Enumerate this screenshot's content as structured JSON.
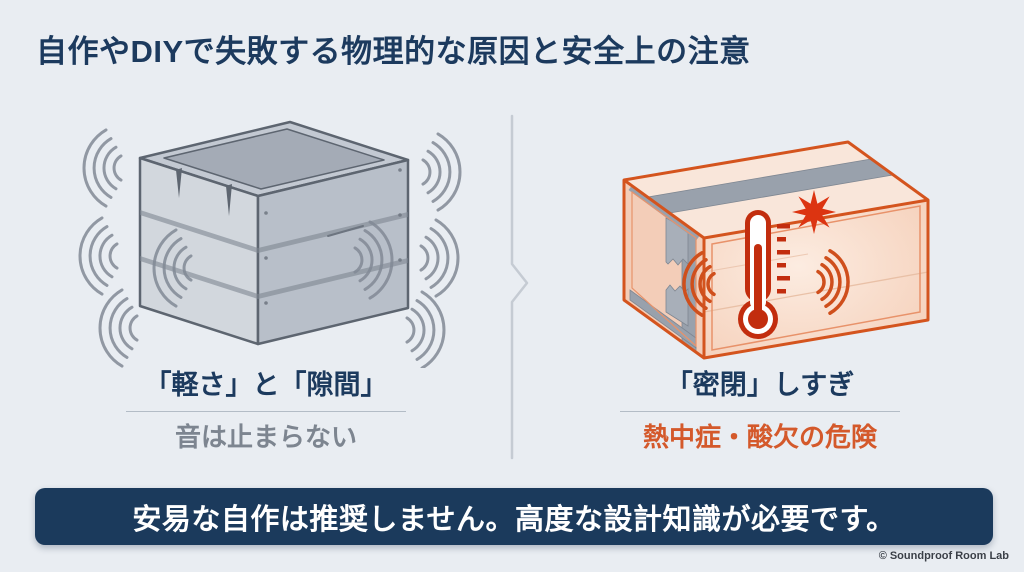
{
  "header": {
    "title": "自作やDIYで失敗する物理的な原因と安全上の注意"
  },
  "panels": {
    "left": {
      "caption": "「軽さ」と「隙間」",
      "subcaption": "音は止まらない",
      "illustration": "wooden-crate-leaking-sound-waves"
    },
    "right": {
      "caption": "「密閉」しすぎ",
      "subcaption": "熱中症・酸欠の危険",
      "illustration": "sealed-box-with-heat-thermometer"
    }
  },
  "banner": {
    "text": "安易な自作は推奨しません。高度な設計知識が必要です。"
  },
  "footer": {
    "copyright": "© Soundproof Room Lab"
  },
  "colors": {
    "background": "#e9edf2",
    "title_navy": "#1c3a5e",
    "subtext_gray": "#7d8590",
    "warning_orange": "#d4592b",
    "banner_navy": "#1b3a5c",
    "banner_text": "#ffffff",
    "crate_gray_light": "#d2d7dd",
    "crate_gray_dark": "#b8bfc9",
    "crate_outline": "#5d6570",
    "sound_wave_gray": "#828a96",
    "box_outline_orange": "#d4541e",
    "box_fill_peach": "#f7d8c6",
    "thermometer_red": "#c22d0e",
    "tape_gray": "#99a1ac"
  }
}
